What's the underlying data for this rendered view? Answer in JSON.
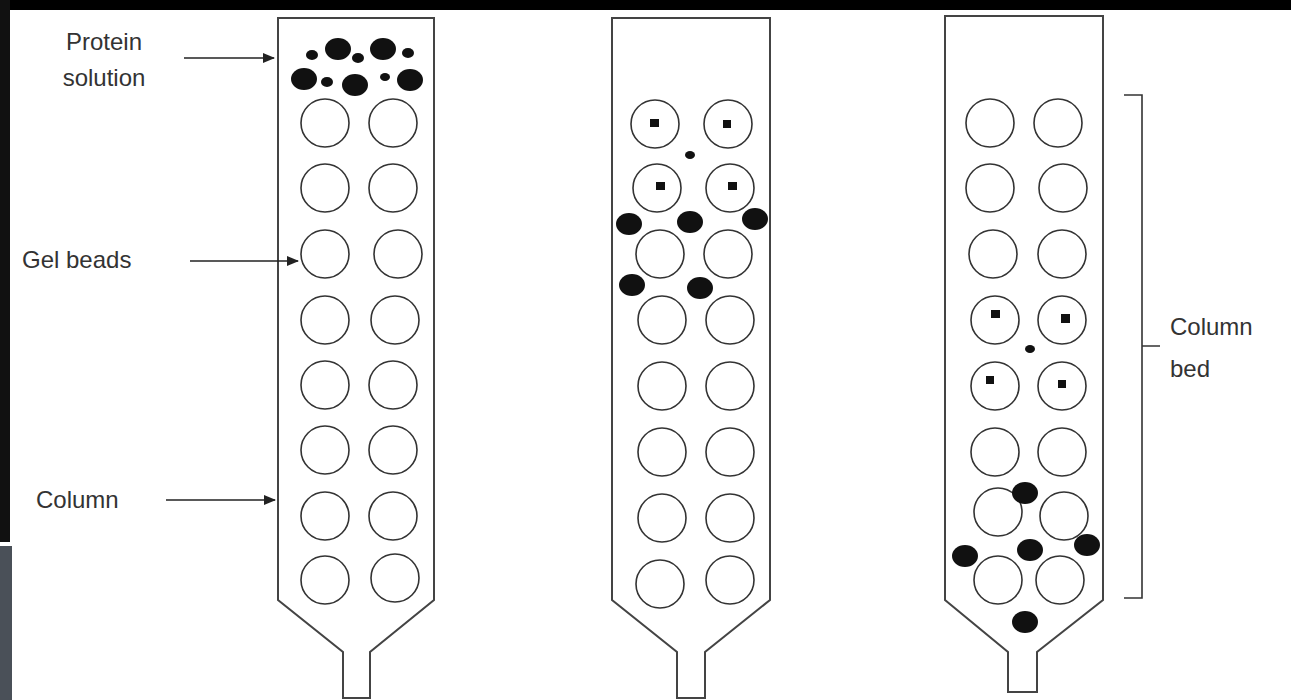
{
  "diagram": {
    "labels": [
      "Protein solution",
      "Gel beads",
      "Column",
      "Column bed"
    ]
  }
}
